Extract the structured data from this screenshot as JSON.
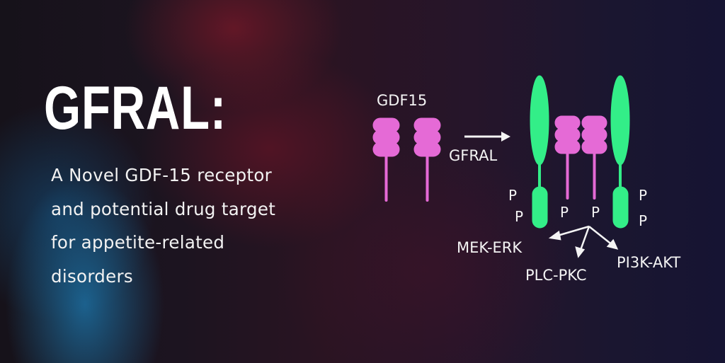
{
  "title": "GFRAL:",
  "subtitle": {
    "lines": [
      "A Novel GDF-15 receptor",
      "and potential drug target",
      "for appetite-related",
      "disorders"
    ]
  },
  "diagram": {
    "ligand_label": "GDF15",
    "receptor_label": "GFRAL",
    "phospho_label": "P",
    "pathways": [
      "MEK-ERK",
      "PLC-PKC",
      "PI3K-AKT"
    ],
    "colors": {
      "ligand": "#e56ad6",
      "receptor": "#33ee88",
      "text": "#f4f4f4"
    }
  }
}
